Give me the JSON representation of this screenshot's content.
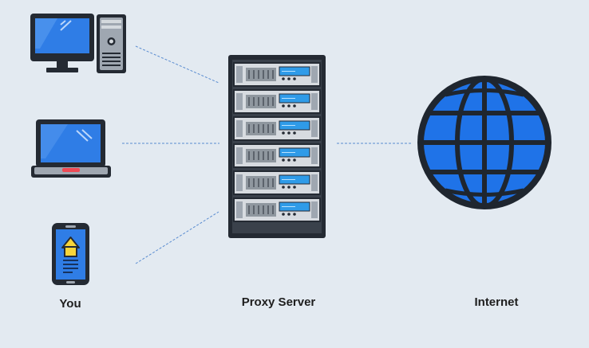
{
  "labels": {
    "client": "You",
    "proxy": "Proxy Server",
    "internet": "Internet"
  },
  "nodes": [
    {
      "id": "desktop",
      "icon": "desktop-computer-icon"
    },
    {
      "id": "laptop",
      "icon": "laptop-icon"
    },
    {
      "id": "phone",
      "icon": "smartphone-icon"
    },
    {
      "id": "proxy",
      "icon": "server-rack-icon"
    },
    {
      "id": "internet",
      "icon": "globe-icon"
    }
  ],
  "connections": [
    {
      "from": "desktop",
      "to": "proxy",
      "style": "dashed"
    },
    {
      "from": "laptop",
      "to": "proxy",
      "style": "dashed"
    },
    {
      "from": "phone",
      "to": "proxy",
      "style": "dashed"
    },
    {
      "from": "proxy",
      "to": "internet",
      "style": "dashed"
    }
  ],
  "colors": {
    "background": "#e3eaf1",
    "accent_blue": "#1f73e8",
    "outline": "#242a33",
    "connector": "#5a8cd0",
    "label_text": "#1e1e1e"
  }
}
